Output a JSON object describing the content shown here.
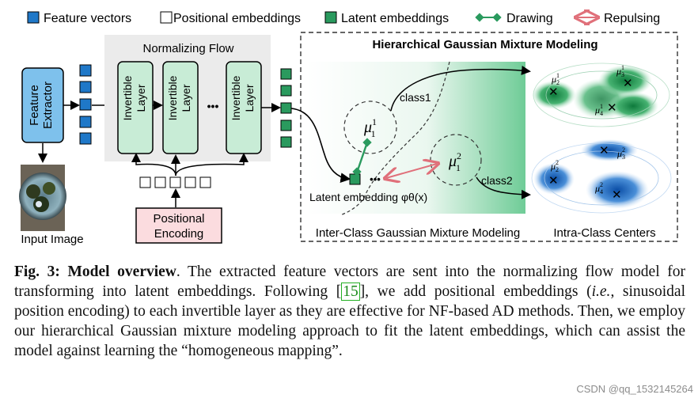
{
  "legend": {
    "feature_vectors": "Feature vectors",
    "positional_embeddings": "Positional embeddings",
    "latent_embeddings": "Latent embeddings",
    "drawing": "Drawing",
    "repulsing": "Repulsing"
  },
  "diagram": {
    "feature_extractor_line1": "Feature",
    "feature_extractor_line2": "Extractor",
    "input_image": "Input Image",
    "normalizing_flow": "Normalizing Flow",
    "invertible_line1": "Invertible",
    "invertible_line2": "Layer",
    "positional_encoding_line1": "Positional",
    "positional_encoding_line2": "Encoding",
    "hgmm_title": "Hierarchical Gaussian Mixture Modeling",
    "class1": "class1",
    "class2": "class2",
    "latent_embedding_label": "Latent embedding φθ(x)",
    "inter_class": "Inter-Class Gaussian Mixture Modeling",
    "intra_class": "Intra-Class Centers",
    "mu": "μ",
    "sub1": "1",
    "sup1": "1",
    "sup2": "2",
    "sub2": "2",
    "sub3": "3",
    "sub4": "4",
    "ellipsis": "•••"
  },
  "caption": {
    "label": "Fig. 3:",
    "heading": "Model overview",
    "text_part1": ". The extracted feature vectors are sent into the normalizing flow model for transforming into latent embeddings. Following ",
    "citation": "15",
    "text_part2": "], we add positional embeddings (",
    "ie": "i.e.",
    "text_part3": ", sinusoidal position encoding) to each invertible layer as they are effective for NF-based AD methods. Then, we employ our hierarchical Gaussian mixture modeling approach to fit the latent embeddings, which can assist the model against learning the “homogeneous mapping”."
  },
  "watermark": "CSDN @qq_1532145264",
  "colors": {
    "feature_blue": "#1f78c8",
    "latent_green": "#2a9a5e",
    "layer_fill": "#c8ecd6",
    "positional_fill": "#fbdcdf",
    "repulse": "#e0707a",
    "draw": "#2a9a5e"
  }
}
